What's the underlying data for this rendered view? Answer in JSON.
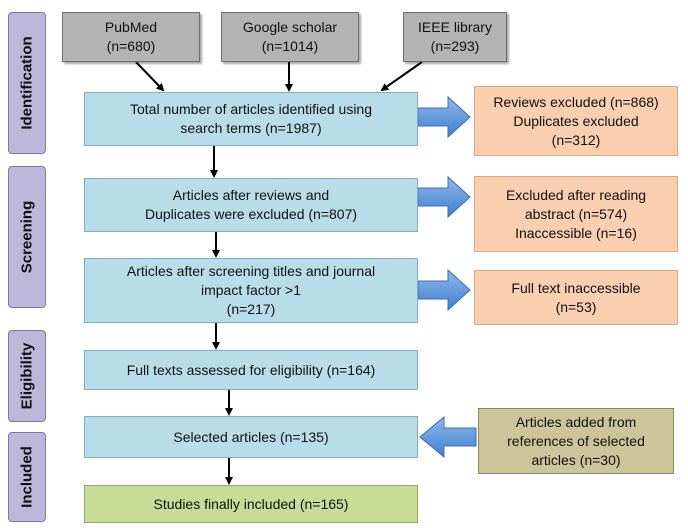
{
  "stages": {
    "identification": "Identification",
    "screening": "Screening",
    "eligibility": "Eligibility",
    "included": "Included"
  },
  "sources": {
    "pubmed": "PubMed\n(n=680)",
    "google_scholar": "Google scholar\n(n=1014)",
    "ieee": "IEEE library\n(n=293)"
  },
  "steps": {
    "identified": "Total number of articles identified using\nsearch terms (n=1987)",
    "after_reviews": "Articles after reviews and\nDuplicates were excluded (n=807)",
    "after_screening": "Articles after screening titles and journal\nimpact factor >1\n(n=217)",
    "assessed": "Full texts assessed for eligibility (n=164)",
    "selected": "Selected articles (n=135)",
    "final": "Studies finally included (n=165)"
  },
  "exclusions": {
    "reviews_duplicates": "Reviews excluded (n=868)\nDuplicates excluded\n(n=312)",
    "abstract": "Excluded after reading\nabstract (n=574)\nInaccessible (n=16)",
    "full_text": "Full text inaccessible\n(n=53)"
  },
  "additions": {
    "references": "Articles added from\nreferences of selected\narticles (n=30)"
  },
  "colors": {
    "source_fill": "#b3b3b3",
    "step_fill": "#b9dde8",
    "excluded_fill": "#f9cfb0",
    "added_fill": "#cdc49a",
    "final_fill": "#c9dc97",
    "stage_fill": "#bdb7d9",
    "block_arrow": "#5b93d6"
  }
}
